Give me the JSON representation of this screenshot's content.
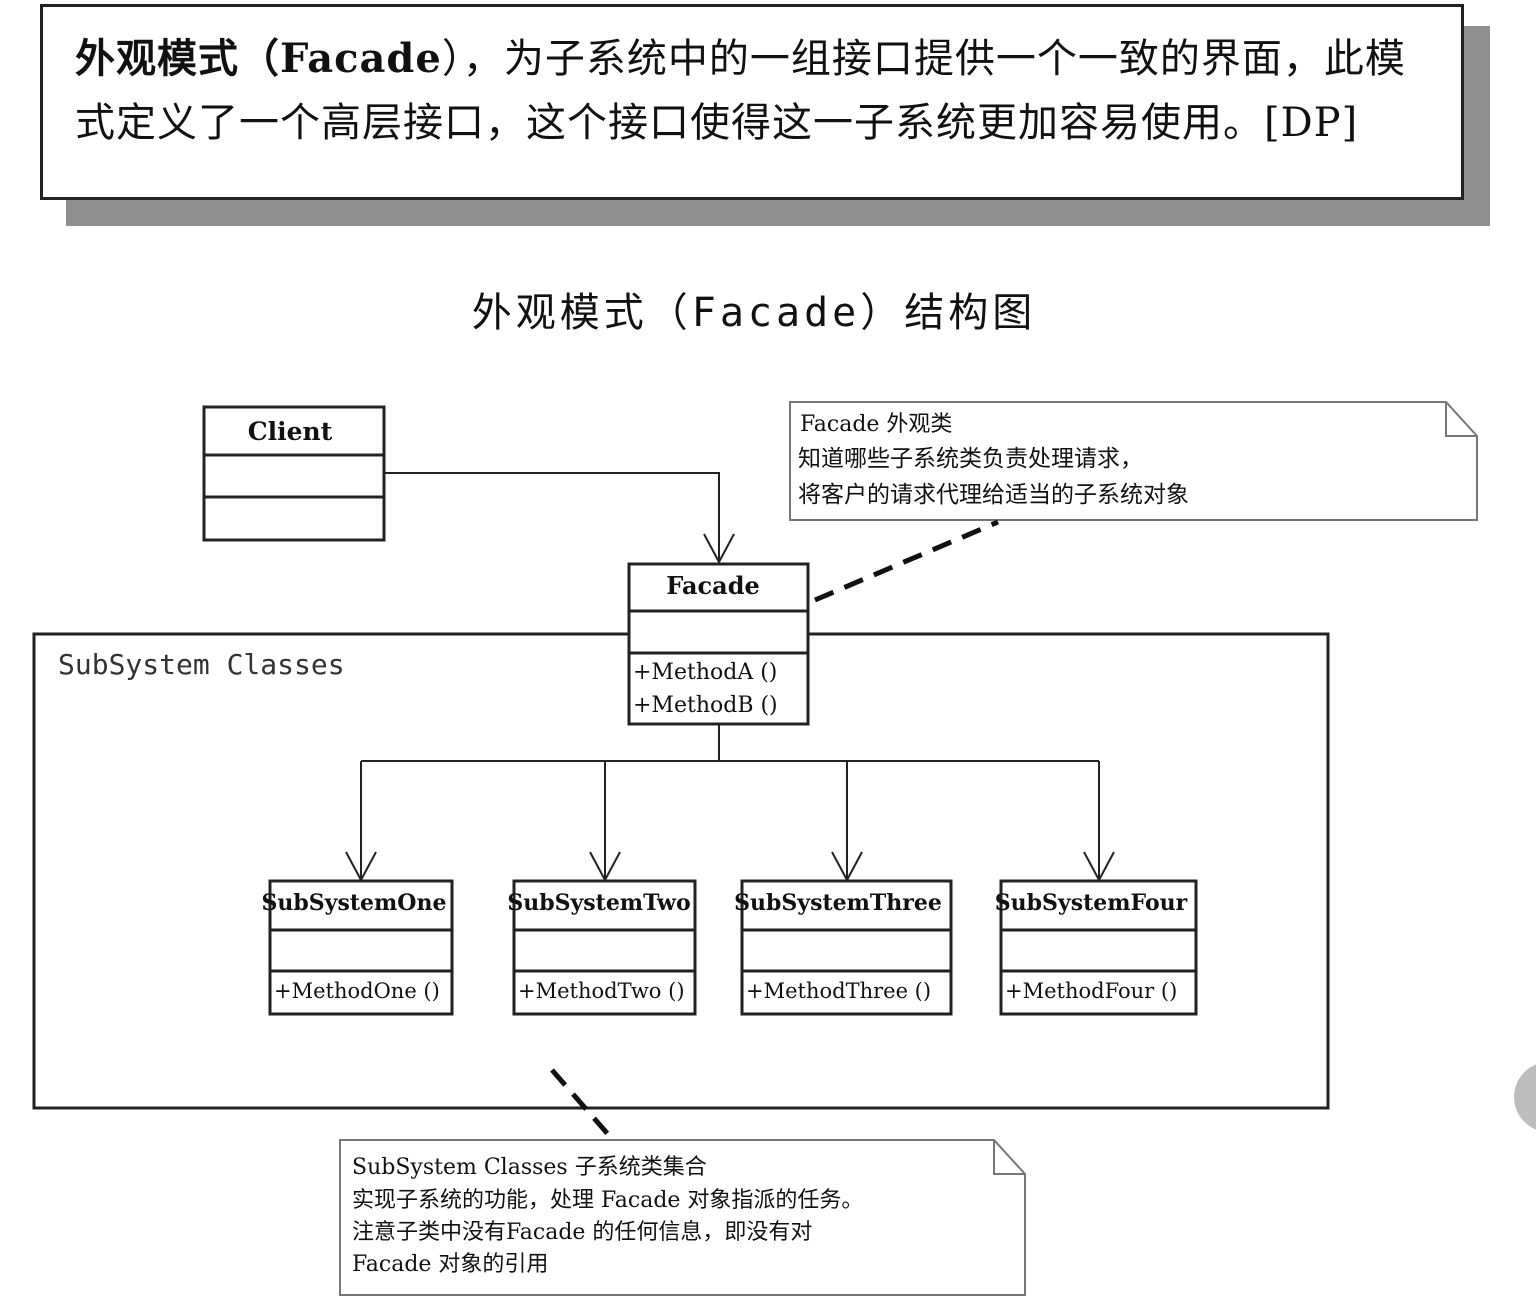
{
  "definition": {
    "lead": "外观模式（",
    "term": "Facade",
    "text": "），为子系统中的一组接口提供一个一致的界面，此模式定义了一个高层接口，这个接口使得这一子系统更加容易使用。[DP]"
  },
  "diagram_title": "外观模式（Facade）结构图",
  "client": {
    "name": "Client"
  },
  "facade": {
    "name": "Facade",
    "methods": [
      "+MethodA ()",
      "+MethodB ()"
    ]
  },
  "subsystem_package": {
    "label": "SubSystem Classes"
  },
  "subsystems": [
    {
      "name": "SubSystemOne",
      "method": "+MethodOne ()"
    },
    {
      "name": "SubSystemTwo",
      "method": "+MethodTwo ()"
    },
    {
      "name": "SubSystemThree",
      "method": "+MethodThree ()"
    },
    {
      "name": "SubSystemFour",
      "method": "+MethodFour ()"
    }
  ],
  "facade_note": {
    "lines": [
      "Facade  外观类",
      "知道哪些子系统类负责处理请求，",
      "将客户的请求代理给适当的子系统对象"
    ]
  },
  "subsystem_note": {
    "lines": [
      "SubSystem Classes   子系统类集合",
      "实现子系统的功能，处理 Facade 对象指派的任务。",
      "注意子类中没有Facade 的任何信息，即没有对",
      "Facade 对象的引用"
    ]
  }
}
